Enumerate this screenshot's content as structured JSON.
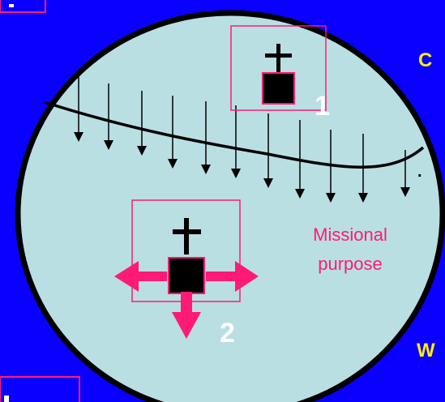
{
  "colors": {
    "background": "#0a00ff",
    "circle_fill": "#b9dfe3",
    "circle_stroke": "#000000",
    "box_stroke": "#ff1a75",
    "arrow_accent": "#ff1a75",
    "label_yellow": "#ffee00",
    "label_white": "#ffffff",
    "missional_text": "#ff1a75"
  },
  "labels": {
    "box1_number": "1",
    "box2_number": "2",
    "missional": "Missional",
    "purpose": "purpose",
    "edge_c": "C",
    "edge_w": "W",
    "dot": "."
  },
  "icons": {
    "church1": "cross-on-block-icon",
    "church2": "cross-on-block-icon",
    "down_arrows": "down-arrow-icon",
    "outward_arrows": "outward-arrow-icon"
  }
}
